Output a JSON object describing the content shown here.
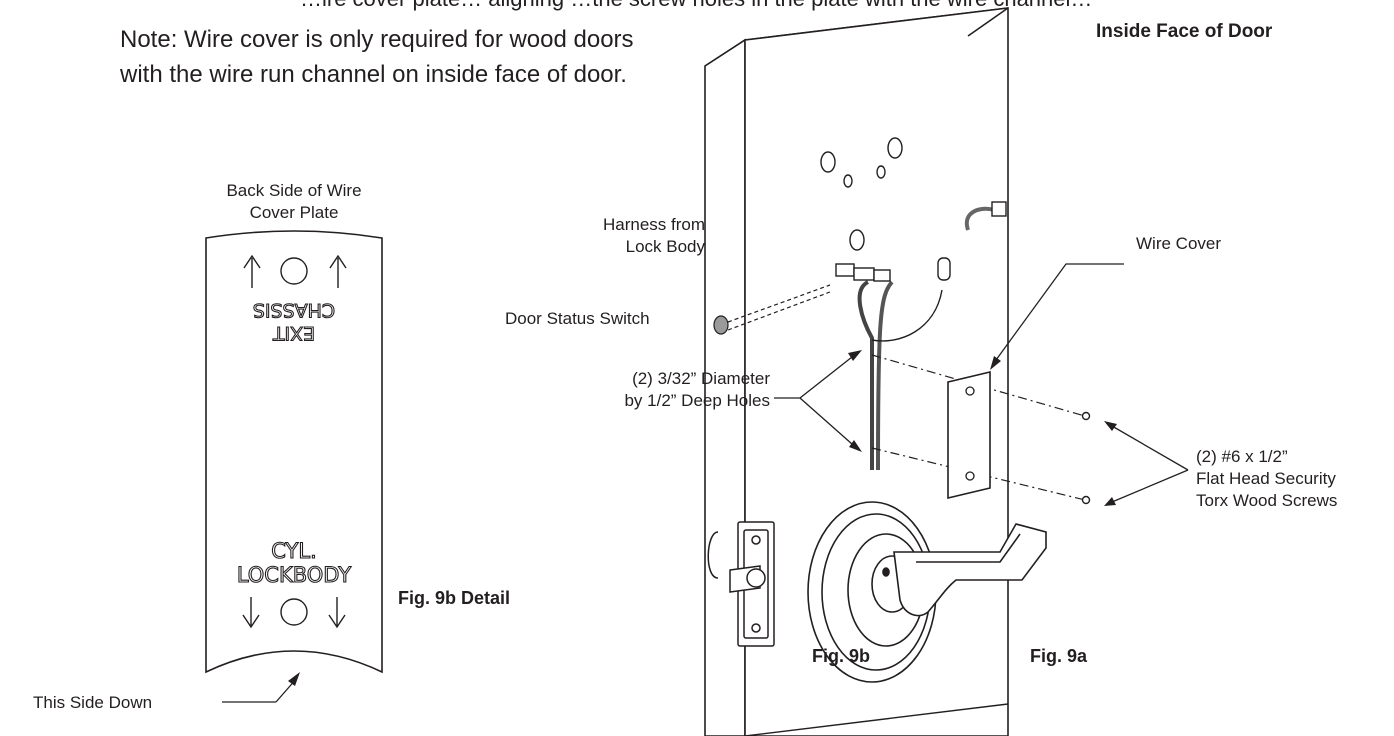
{
  "top_clipped_text": "…ire cover plate… aligning …the screw holes in the plate with the wire channel…",
  "note_line1": "Note: Wire cover is only required for wood doors",
  "note_line2": "with the wire run channel on inside face of door.",
  "inside_face_title": "Inside Face of Door",
  "back_side_line1": "Back Side of Wire",
  "back_side_line2": "Cover Plate",
  "plate_text_exit": "EXIT",
  "plate_text_chassis": "CHASSIS",
  "plate_text_cyl": "CYL.",
  "plate_text_lockbody": "LOCKBODY",
  "this_side_down": "This Side Down",
  "fig_9b_detail": "Fig.  9b Detail",
  "harness_line1": "Harness from",
  "harness_line2": "Lock Body",
  "door_status_switch": "Door Status Switch",
  "holes_line1": "(2) 3/32” Diameter",
  "holes_line2": "by 1/2” Deep Holes",
  "wire_cover": "Wire Cover",
  "screws_line1": "(2) #6 x 1/2”",
  "screws_line2": "Flat Head Security",
  "screws_line3": "Torx Wood Screws",
  "fig_9b": "Fig. 9b",
  "fig_9a": "Fig.  9a",
  "icons": {
    "up_arrow": "up-arrow-icon",
    "down_arrow": "down-arrow-icon"
  }
}
